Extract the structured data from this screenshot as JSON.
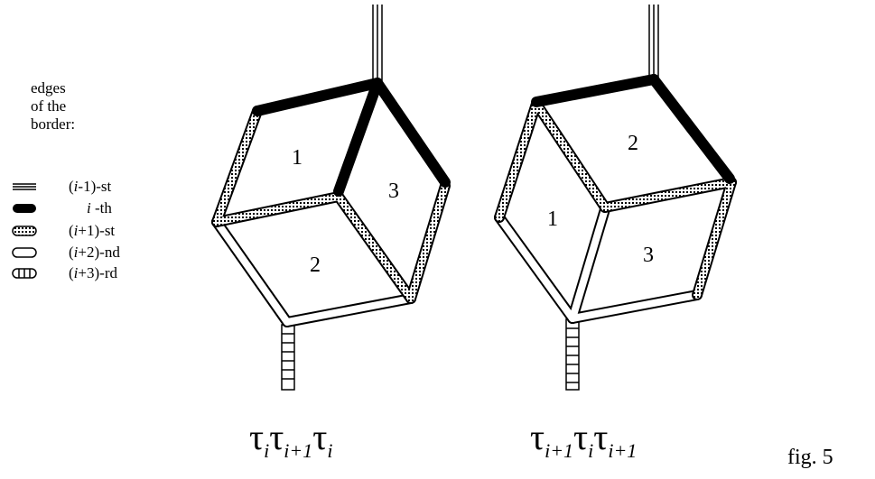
{
  "legend": {
    "title_lines": [
      "edges",
      "of the",
      "border:"
    ],
    "items": [
      {
        "style": "triple-line",
        "label_pre": "(",
        "label_var": "i",
        "label_post": "-1)-st"
      },
      {
        "style": "solid-black",
        "label_pre": "",
        "label_var": "i",
        "label_post": " -th"
      },
      {
        "style": "dotted",
        "label_pre": "(",
        "label_var": "i",
        "label_post": "+1)-st"
      },
      {
        "style": "hollow",
        "label_pre": "(",
        "label_var": "i",
        "label_post": "+2)-nd"
      },
      {
        "style": "ladder",
        "label_pre": "(",
        "label_var": "i",
        "label_post": "+3)-rd"
      }
    ]
  },
  "left_figure": {
    "faces": [
      "1",
      "2",
      "3"
    ],
    "caption": {
      "sym": "τ",
      "subs": [
        "i",
        "i+1",
        "i"
      ]
    }
  },
  "right_figure": {
    "faces": [
      "2",
      "1",
      "3"
    ],
    "caption": {
      "sym": "τ",
      "subs": [
        "i+1",
        "i",
        "i+1"
      ]
    }
  },
  "figure_label": "fig. 5",
  "colors": {
    "ink": "#000000",
    "paper": "#ffffff"
  }
}
